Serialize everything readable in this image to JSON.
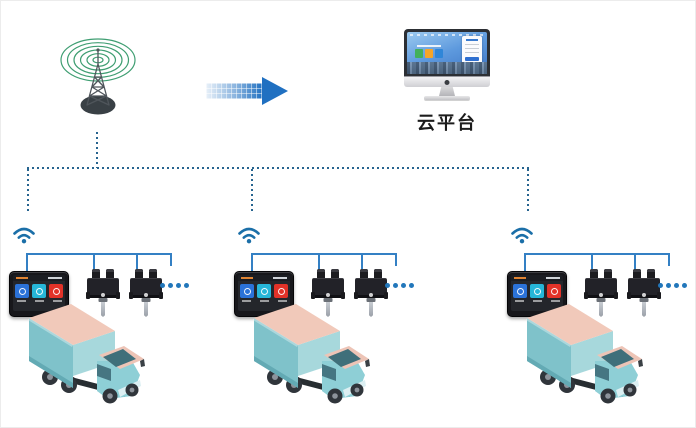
{
  "platform": {
    "label": "云平台"
  },
  "icons": {
    "tower": "radio-tower-icon",
    "arrow": "data-flow-arrow-icon",
    "monitor": "cloud-monitor-icon",
    "wifi": "wifi-icon",
    "terminal": "vehicle-display-terminal",
    "sensor": "temperature-sensor",
    "truck": "box-truck",
    "ellipsis": "more-devices-dots"
  },
  "colors": {
    "dashed_line": "#27648F",
    "bracket_line": "#3480C4",
    "wifi_blue": "#1B6FA8",
    "arrow_blue": "#2070C1",
    "wave_green": "#3F9E72",
    "dot_blue": "#2277BB",
    "truck_side": "#7FC2CA",
    "truck_top": "#F1C9BA",
    "tile_blue": "#2B72D8",
    "tile_cyan": "#26B6D8",
    "tile_red": "#E23228"
  },
  "groups": [
    {
      "id": "vehicle-group-1",
      "terminals": 1,
      "sensors": 2,
      "ellipsis_dots": 4
    },
    {
      "id": "vehicle-group-2",
      "terminals": 1,
      "sensors": 2,
      "ellipsis_dots": 4
    },
    {
      "id": "vehicle-group-3",
      "terminals": 1,
      "sensors": 2,
      "ellipsis_dots": 4
    }
  ]
}
